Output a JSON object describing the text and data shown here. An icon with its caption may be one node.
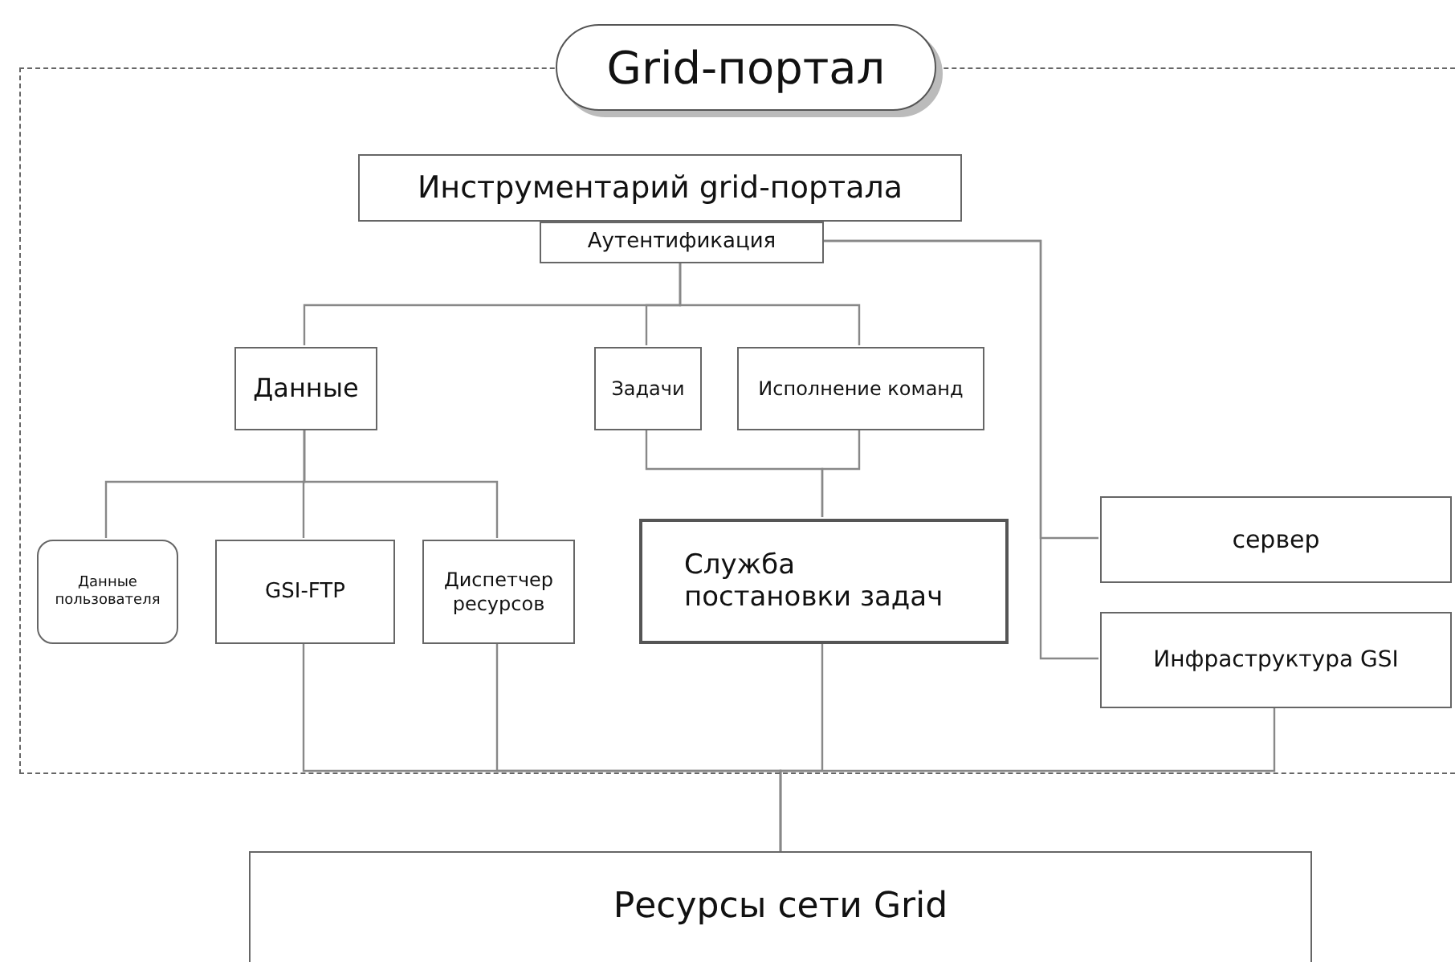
{
  "diagram": {
    "nodes": [
      {
        "text": [
          "Grid-портал"
        ]
      },
      {
        "text": [
          "Инструментарий grid-портала"
        ],
        "in": 0
      },
      {
        "text": [
          "Аутентификация"
        ],
        "in": 0
      },
      {
        "text": [
          "Данные"
        ],
        "in": 0
      },
      {
        "text": [
          "Задачи"
        ],
        "in": 0
      },
      {
        "text": [
          "Исполнение команд"
        ],
        "in": 0
      },
      {
        "text": [
          "Данные пользователя"
        ],
        "in": 0
      },
      {
        "text": [
          "GSI-FTP"
        ],
        "in": 0
      },
      {
        "text": [
          "Диспетчер ресурсов"
        ],
        "in": 0
      },
      {
        "text": [
          "Служба постановки задач"
        ],
        "in": 0
      },
      {
        "text": [
          "сервер"
        ],
        "in": 0
      },
      {
        "text": [
          "Инфраструктура GSI"
        ],
        "in": 0
      },
      {
        "text": [
          "Ресурсы сети Grid"
        ]
      }
    ],
    "edges": [
      {
        "from": 2,
        "to": 3,
        "arrow": "none"
      },
      {
        "from": 2,
        "to": 4,
        "arrow": "none"
      },
      {
        "from": 2,
        "to": 5,
        "arrow": "none"
      },
      {
        "from": 3,
        "to": 6,
        "arrow": "none"
      },
      {
        "from": 3,
        "to": 7,
        "arrow": "none"
      },
      {
        "from": 3,
        "to": 8,
        "arrow": "none"
      },
      {
        "from": 4,
        "to": 9,
        "arrow": "none"
      },
      {
        "from": 5,
        "to": 9,
        "arrow": "none"
      },
      {
        "from": 2,
        "to": 10,
        "arrow": "none"
      },
      {
        "from": 2,
        "to": 11,
        "arrow": "none"
      },
      {
        "from": 7,
        "to": 12,
        "arrow": "none"
      },
      {
        "from": 8,
        "to": 12,
        "arrow": "none"
      },
      {
        "from": 9,
        "to": 12,
        "arrow": "none"
      },
      {
        "from": 11,
        "to": 12,
        "arrow": "none"
      }
    ]
  }
}
